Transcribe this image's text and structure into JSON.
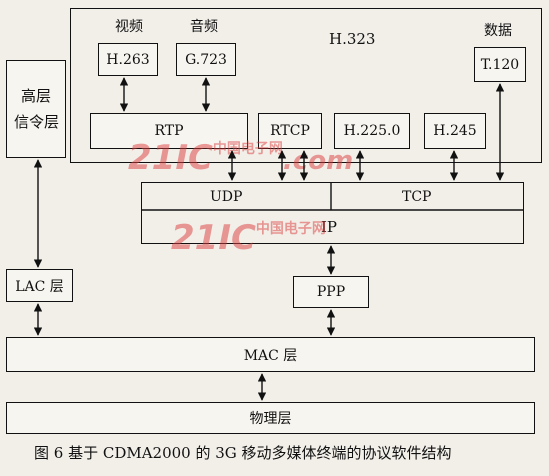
{
  "diagram": {
    "h323": "H.323",
    "top_labels": {
      "video": "视频",
      "audio": "音频",
      "data": "数据"
    },
    "codecs": {
      "h263": "H.263",
      "g723": "G.723",
      "t120": "T.120"
    },
    "row2": {
      "rtp": "RTP",
      "rtcp": "RTCP",
      "h2250": "H.225.0",
      "h245": "H.245"
    },
    "high_layer": [
      "高层",
      "信令层"
    ],
    "udp": "UDP",
    "tcp": "TCP",
    "ip": "IP",
    "ppp": "PPP",
    "lac": "LAC 层",
    "mac": "MAC 层",
    "phy": "物理层",
    "caption": "图 6  基于 CDMA2000 的 3G 移动多媒体终端的协议软件结构"
  },
  "watermarks": [
    {
      "brand": "21IC",
      "cn": "中国电子网",
      "suffix": ".com"
    },
    {
      "brand": "21IC",
      "cn": "中国电子网"
    }
  ],
  "colors": {
    "line": "#111111",
    "watermark": "#dc3c3c",
    "background": "#f2efe9"
  }
}
